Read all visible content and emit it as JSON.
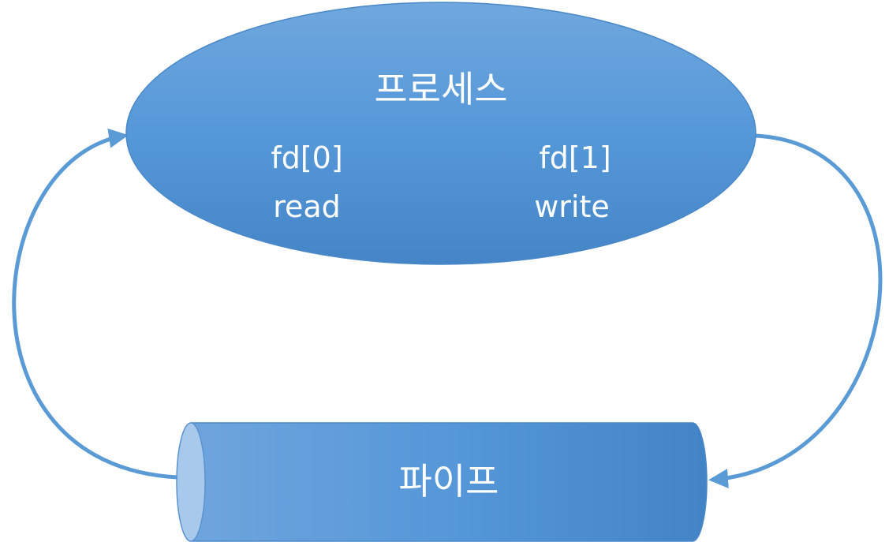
{
  "process": {
    "title": "프로세스",
    "read_fd": "fd[0]",
    "read_label": "read",
    "write_fd": "fd[1]",
    "write_label": "write"
  },
  "pipe": {
    "title": "파이프"
  },
  "colors": {
    "fill_light": "#6fa6de",
    "fill_mid": "#5597d9",
    "fill_dark": "#4585c6",
    "arrow": "#5b9bd5",
    "pipe_end": "#a9c9ec",
    "text": "#ffffff"
  }
}
